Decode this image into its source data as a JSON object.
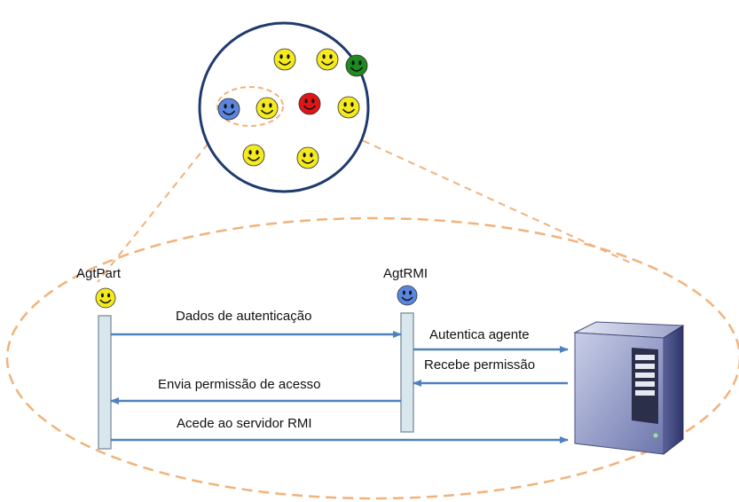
{
  "agents": {
    "left": "AgtPart",
    "right": "AgtRMI"
  },
  "messages": [
    "Dados de autenticação",
    "Autentica agente",
    "Recebe permissão",
    "Envia permissão de acesso",
    "Acede ao servidor RMI"
  ],
  "colors": {
    "yellow": "#f5ea1e",
    "blue": "#5b86e0",
    "green": "#1f8a1f",
    "red": "#e01515",
    "dashed": "#f2b27a",
    "arrow": "#4f81bd",
    "circle_border": "#1f3b6e",
    "lifeline": "#d8e6ee"
  },
  "icons": [
    "smiley-icon",
    "server-icon"
  ]
}
